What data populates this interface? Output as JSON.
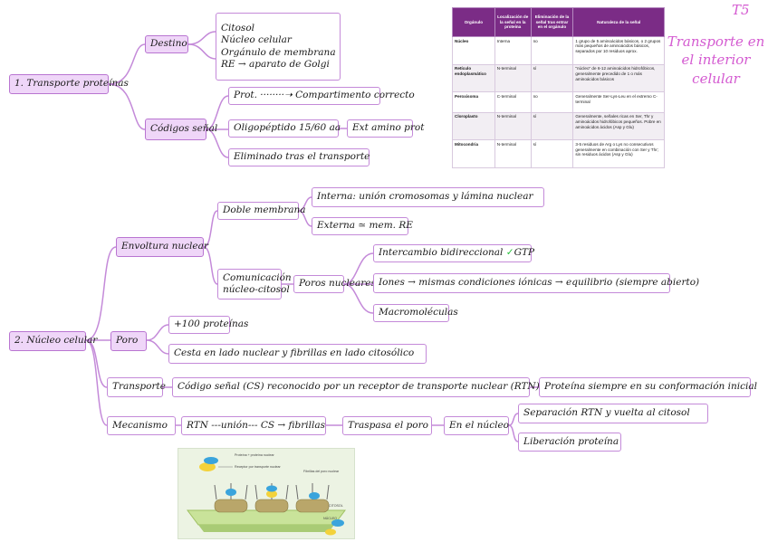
{
  "header": {
    "number": "T5",
    "title_lines": [
      "Transporte",
      "en el interior",
      "celular"
    ]
  },
  "table": {
    "headers": [
      "Orgánulo",
      "Localización de la señal en la proteína",
      "Eliminación de la señal tras entrar en el orgánulo",
      "Naturaleza de la señal"
    ],
    "rows": [
      {
        "organelle": "Núcleo",
        "location": "Interna",
        "removal": "no",
        "nature": "1 grupo de 5 aminoácidos básicos, o 2 grupos más pequeños de aminoácidos básicos, separados por 10 residuos aprox."
      },
      {
        "organelle": "Retículo endoplasmático",
        "location": "N-terminal",
        "removal": "sí",
        "nature": "\"núcleo\" de 6-12 aminoácidos hidrofóbicos, generalmente precedido de 1 o más aminoácidos básicos"
      },
      {
        "organelle": "Peroxisoma",
        "location": "C-terminal",
        "removal": "no",
        "nature": "Generalmente Ser-Lys-Leu en el extremo C-terminal"
      },
      {
        "organelle": "Cloroplasto",
        "location": "N-terminal",
        "removal": "sí",
        "nature": "Generalmente, señales ricas en Ser, Thr y aminoácidos hidrofóbicos pequeños. Pobre en aminoácidos ácidos (Asp y Glu)"
      },
      {
        "organelle": "Mitocondria",
        "location": "N-terminal",
        "removal": "sí",
        "nature": "3-5 residuos de Arg o Lys no consecutivos generalmente en combinación con Ser y Thr; sin residuos ácidos (Asp y Glu)"
      }
    ]
  },
  "map1": {
    "root": "1. Transporte proteínas",
    "destino": "Destino",
    "destinations": [
      "Citosol",
      "Núcleo celular",
      "Orgánulo de membrana",
      "RE → aparato de Golgi"
    ],
    "codigos": "Códigos señal",
    "prot": "Prot. ········➝ Compartimento correcto",
    "oligo": "Oligopéptido 15/60 aa",
    "ext": "Ext amino prot",
    "elim": "Eliminado tras el transporte"
  },
  "map2": {
    "root": "2. Núcleo celular",
    "envoltura": "Envoltura nuclear",
    "doble": "Doble membrana",
    "interna": "Interna: unión cromosomas y lámina nuclear",
    "externa": "Externa ≃ mem. RE",
    "comunicacion_lines": [
      "Comunicación",
      "núcleo-citosol"
    ],
    "poros_nucleares": "Poros nucleares",
    "intercambio": "Intercambio bidireccional",
    "tick": "✓",
    "gtp": "GTP",
    "iones": "Iones → mismas condiciones iónicas → equilibrio (siempre abierto)",
    "macro": "Macromoléculas",
    "poro": "Poro",
    "proteinas": "+100 proteínas",
    "cesta": "Cesta en lado nuclear y fibrillas en lado citosólico",
    "transporte": "Transporte",
    "codigo_cs": "Código señal (CS) reconocido por un receptor de transporte nuclear (RTN)",
    "conformacion": "Proteína siempre en su conformación inicial",
    "mecanismo": "Mecanismo",
    "rtn": "RTN ---unión--- CS → fibrillas",
    "traspasa": "Traspasa el poro",
    "en_nucleo": "En el núcleo",
    "separacion": "Separación RTN y vuelta al citosol",
    "liberacion": "Liberación proteína"
  },
  "figure": {
    "labels": [
      "Proteína + proteína nuclear",
      "Receptor por transporte nuclear",
      "Fibrillas del poro nuclear",
      "CITOSOL",
      "NÚCLEO"
    ]
  },
  "colors": {
    "connector": "#c48ad9",
    "root_fill": "#efd6f8",
    "title": "#d45bd1",
    "table_header": "#7b2c86"
  }
}
